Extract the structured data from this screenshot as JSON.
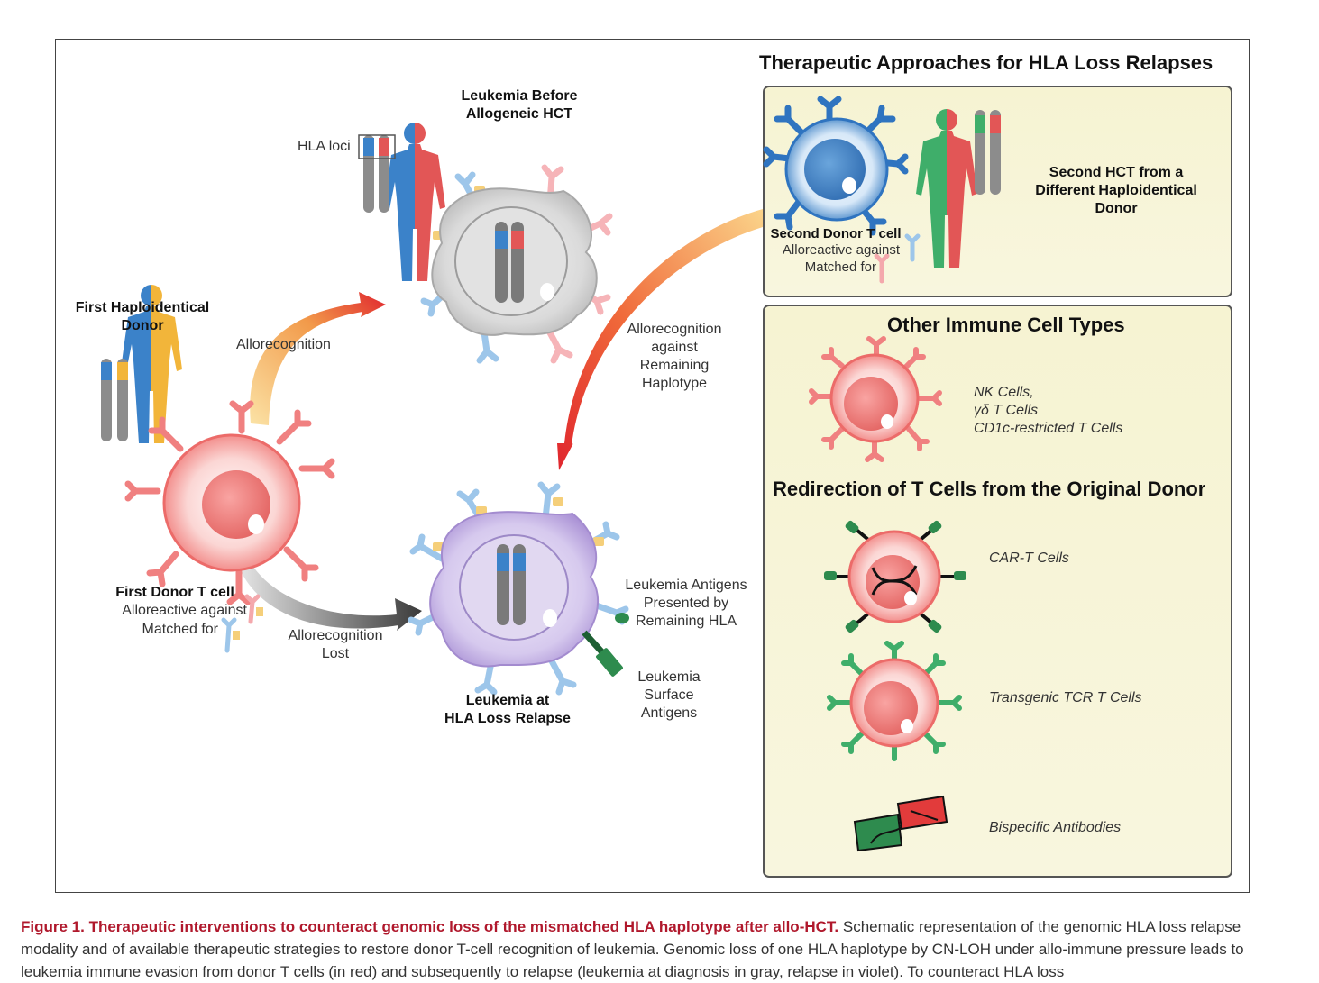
{
  "labels": {
    "leukemia_before": [
      "Leukemia Before",
      "Allogeneic HCT"
    ],
    "hla_loci": "HLA loci",
    "first_donor": [
      "First Haploidentical",
      "Donor"
    ],
    "allorecognition": "Allorecognition",
    "first_tcell_title": "First Donor T cell",
    "alloreactive_against": "Alloreactive against",
    "matched_for": "Matched for",
    "allorecognition_lost": [
      "Allorecognition",
      "Lost"
    ],
    "leukemia_relapse": [
      "Leukemia at",
      "HLA Loss Relapse"
    ],
    "allorecognition_remaining": [
      "Allorecognition",
      "against",
      "Remaining",
      "Haplotype"
    ],
    "leukemia_antigens": [
      "Leukemia Antigens",
      "Presented by",
      "Remaining HLA"
    ],
    "leukemia_surface": [
      "Leukemia",
      "Surface",
      "Antigens"
    ]
  },
  "panel": {
    "title": "Therapeutic Approaches for HLA Loss Relapses",
    "second_tcell_title": "Second Donor T cell",
    "second_alloreactive": "Alloreactive against",
    "second_matched": "Matched for",
    "second_hct": [
      "Second HCT from a",
      "Different Haploidentical",
      "Donor"
    ],
    "other_immune_title": "Other Immune Cell Types",
    "nk_cells": [
      "NK Cells,",
      "γδ T Cells",
      "CD1c-restricted T Cells"
    ],
    "redirection_title": "Redirection of T Cells from the Original Donor",
    "car_t": "CAR-T Cells",
    "tcr_t": "Transgenic TCR T Cells",
    "bispecific": "Bispecific Antibodies"
  },
  "caption": {
    "title": "Figure 1. Therapeutic interventions to counteract genomic loss of the mismatched HLA haplotype after allo-HCT.",
    "body": " Schematic representation of the genomic HLA loss relapse modality and of available therapeutic strategies to restore donor T-cell recognition of leukemia. Genomic loss of one HLA haplotype by CN-LOH under allo-immune pressure leads to leukemia immune evasion from donor T cells (in red) and subsequently to relapse (leukemia at diagnosis in gray, relapse in violet). To counteract HLA loss"
  },
  "colors": {
    "red_cell": "#f08080",
    "blue_cell": "#3a7fc4",
    "gray_cell": "#c8c8c8",
    "violet_cell": "#c9b6e4",
    "panel_bg": "#f7f5d8",
    "caption_title": "#b0182c",
    "haplo_blue": "#3b82c9",
    "haplo_red": "#e25656",
    "haplo_yellow": "#f2b53a",
    "haplo_green": "#3fae6a"
  }
}
